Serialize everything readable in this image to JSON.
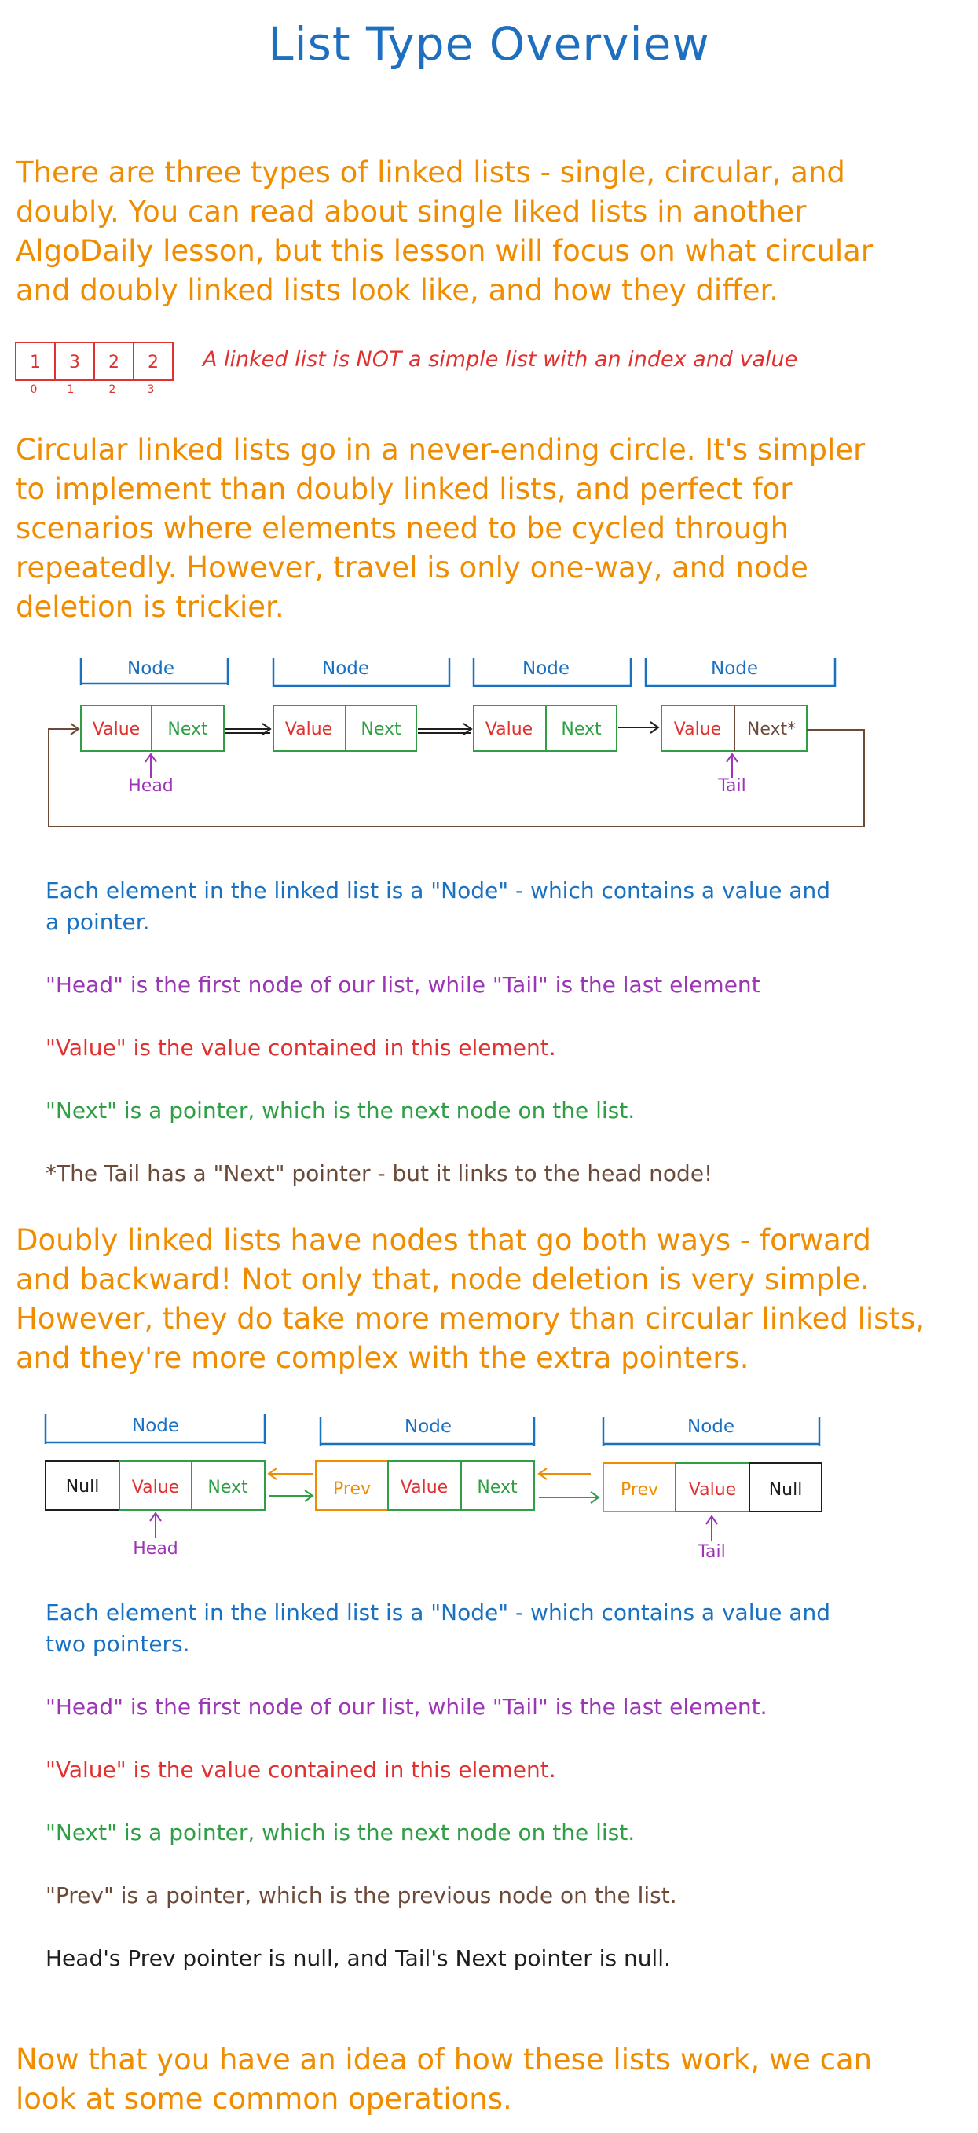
{
  "title": "List Type Overview",
  "intro": [
    "There are three types of linked lists - single, circular, and",
    "doubly. You can read about single liked lists in another",
    "AlgoDaily lesson, but this lesson will focus on what circular",
    "and doubly linked lists look like, and how they differ."
  ],
  "simple_list": {
    "values": [
      "1",
      "3",
      "2",
      "2"
    ],
    "indices": [
      "0",
      "1",
      "2",
      "3"
    ],
    "caption": "A linked list is NOT a simple list with an index and value"
  },
  "circular_intro": [
    "Circular linked lists go in a never-ending circle. It's simpler",
    "to implement than doubly linked lists, and perfect for",
    "scenarios where elements need to be cycled through",
    "repeatedly. However, travel is only one-way, and node",
    "deletion is trickier."
  ],
  "circular_diagram": {
    "node_label": "Node",
    "value_label": "Value",
    "next_label": "Next",
    "tail_next_label": "Next*",
    "head_label": "Head",
    "tail_label": "Tail"
  },
  "circular_notes": {
    "node_line1": "Each element in the linked list is a \"Node\" - which contains a value and",
    "node_line2": "a pointer.",
    "head_tail": "\"Head\" is the first node of our list, while \"Tail\" is the last element",
    "value": "\"Value\" is the value contained in this element.",
    "next": "\"Next\" is a pointer, which is the next node on the list.",
    "tail_note": "*The Tail has a \"Next\" pointer - but it links to the head node!"
  },
  "doubly_intro": [
    "Doubly linked lists have nodes that go both ways - forward",
    "and backward! Not only that, node deletion is very simple.",
    "However, they do take more memory than circular linked lists,",
    "and they're more complex with the extra pointers."
  ],
  "doubly_diagram": {
    "node_label": "Node",
    "null_label": "Null",
    "value_label": "Value",
    "next_label": "Next",
    "prev_label": "Prev",
    "head_label": "Head",
    "tail_label": "Tail"
  },
  "doubly_notes": {
    "node_line1": "Each element in the linked list is a \"Node\" - which contains a value and",
    "node_line2": "two pointers.",
    "head_tail": "\"Head\" is the first node of our list, while \"Tail\" is the last element.",
    "value": "\"Value\" is the value contained in this element.",
    "next": "\"Next\" is a pointer, which is the next node on the list.",
    "prev": "\"Prev\" is a pointer, which is the previous node on the list.",
    "nulls": "Head's Prev pointer is null, and Tail's Next pointer is null."
  },
  "outro": [
    "Now that you have an idea of how these lists work, we can",
    "look at some common operations."
  ],
  "colors": {
    "title": "#1e6fc0",
    "orange": "#f08c00",
    "blue": "#1971c2",
    "red": "#e03131",
    "green": "#2f9e44",
    "purple": "#9c36b5",
    "brown": "#6b4a3a",
    "black": "#1e1e1e"
  }
}
